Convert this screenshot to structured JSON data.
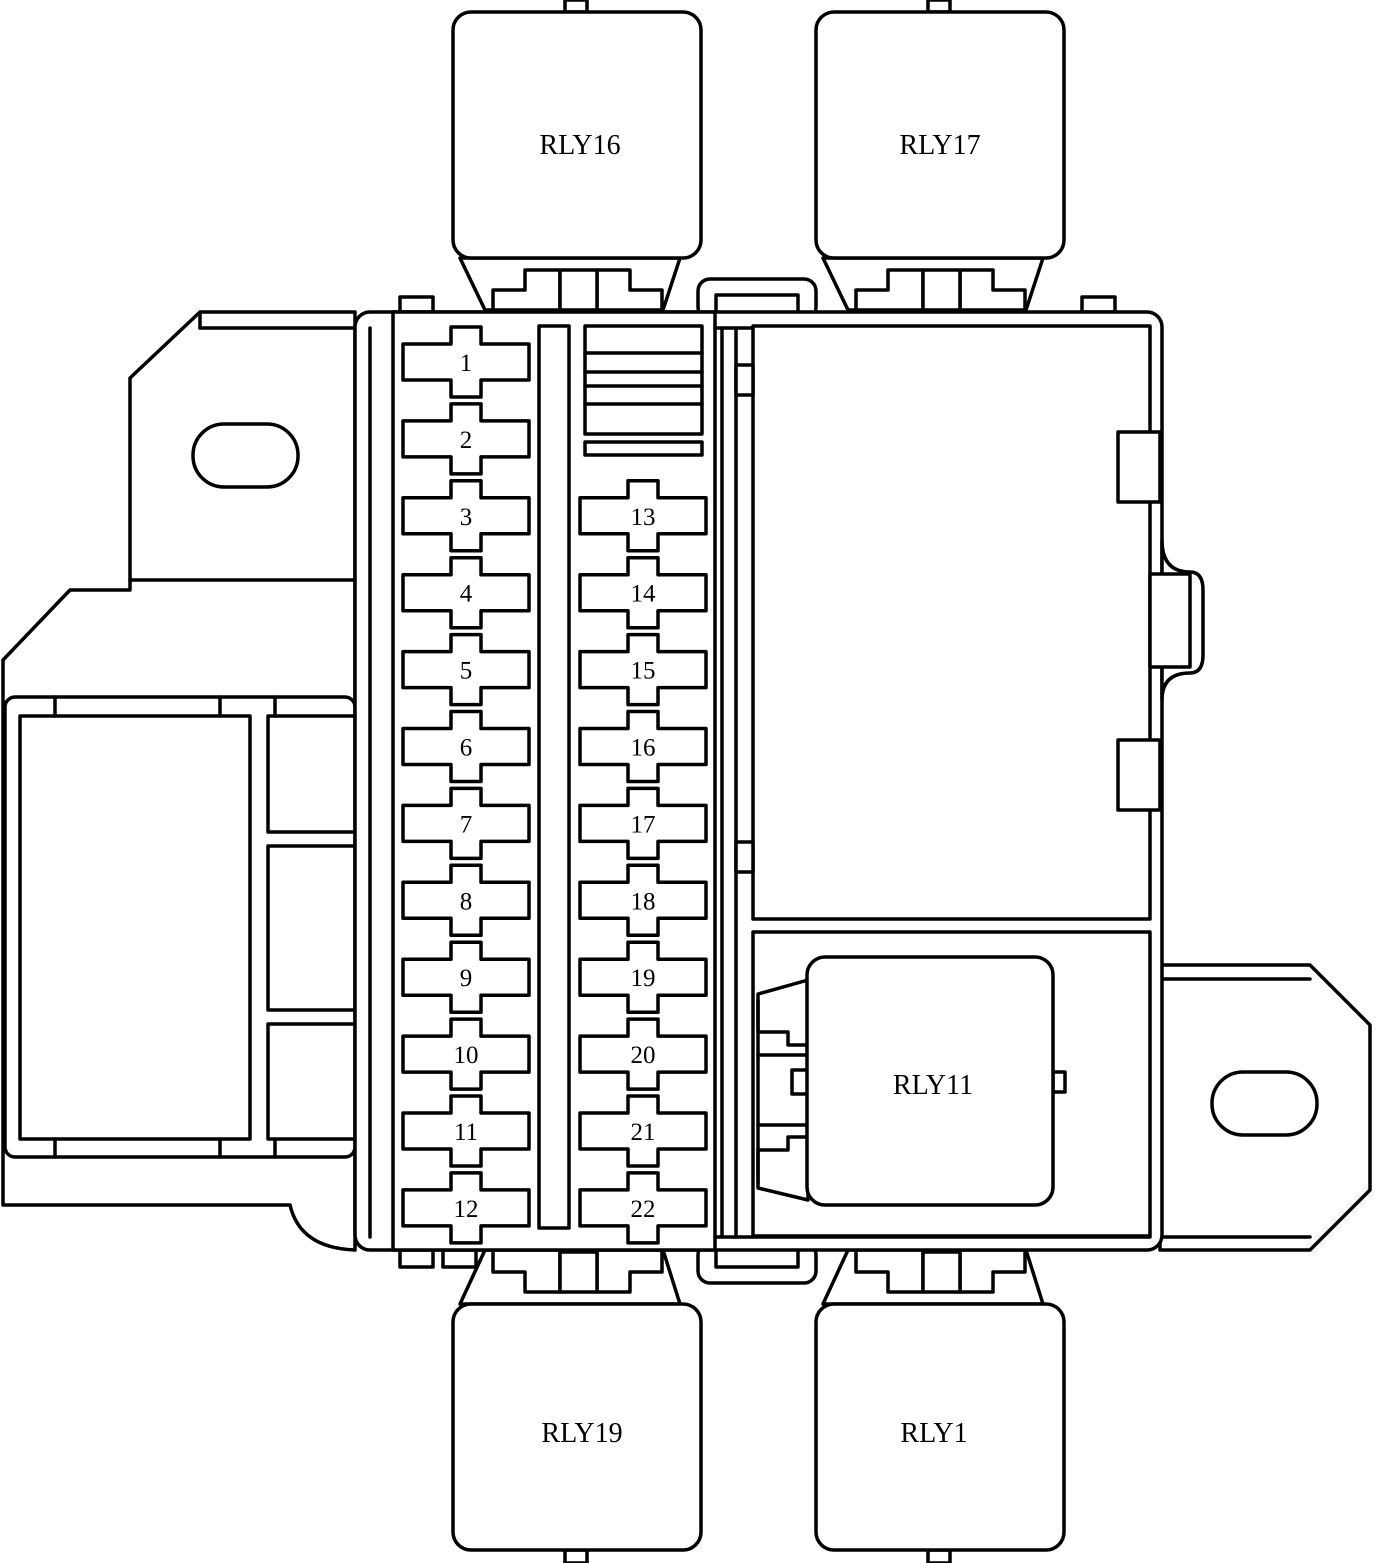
{
  "fuses": [
    {
      "number": "1"
    },
    {
      "number": "2"
    },
    {
      "number": "3"
    },
    {
      "number": "4"
    },
    {
      "number": "5"
    },
    {
      "number": "6"
    },
    {
      "number": "7"
    },
    {
      "number": "8"
    },
    {
      "number": "9"
    },
    {
      "number": "10"
    },
    {
      "number": "11"
    },
    {
      "number": "12"
    },
    {
      "number": "13"
    },
    {
      "number": "14"
    },
    {
      "number": "15"
    },
    {
      "number": "16"
    },
    {
      "number": "17"
    },
    {
      "number": "18"
    },
    {
      "number": "19"
    },
    {
      "number": "20"
    },
    {
      "number": "21"
    },
    {
      "number": "22"
    }
  ],
  "relays": {
    "top_left": "RLY16",
    "top_right": "RLY17",
    "bottom_left": "RLY19",
    "bottom_right": "RLY1",
    "side": "RLY11"
  },
  "colors": {
    "line": "#000000",
    "background": "#ffffff"
  }
}
